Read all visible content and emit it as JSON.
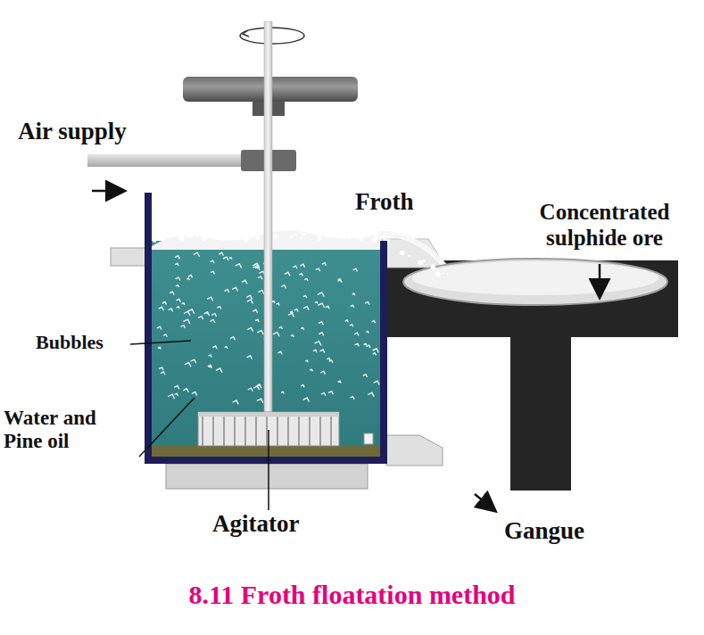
{
  "diagram": {
    "caption": "8.11 Froth floatation method",
    "labels": [
      "Air supply",
      "Froth",
      "Concentrated sulphide ore",
      "Bubbles",
      "Water and Pine oil",
      "Agitator",
      "Gangue"
    ]
  }
}
